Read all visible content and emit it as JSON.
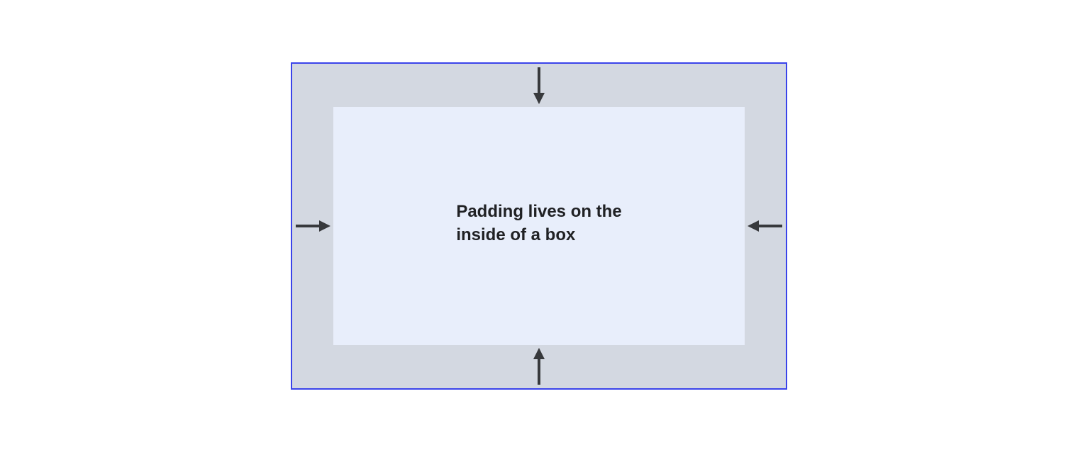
{
  "diagram": {
    "label": {
      "line1": "Padding lives on the",
      "line2": "inside of a box"
    },
    "arrows": [
      {
        "icon": "arrow-down-icon",
        "position": "top",
        "direction": "down"
      },
      {
        "icon": "arrow-left-icon",
        "position": "right",
        "direction": "left"
      },
      {
        "icon": "arrow-up-icon",
        "position": "bottom",
        "direction": "up"
      },
      {
        "icon": "arrow-right-icon",
        "position": "left",
        "direction": "right"
      }
    ]
  },
  "colors": {
    "canvas": "#ffffff",
    "border": "#3a43ea",
    "padding_area": "#d3d8e1",
    "content_area": "#e8eefb",
    "arrow": "#37393c",
    "text": "#202124"
  }
}
